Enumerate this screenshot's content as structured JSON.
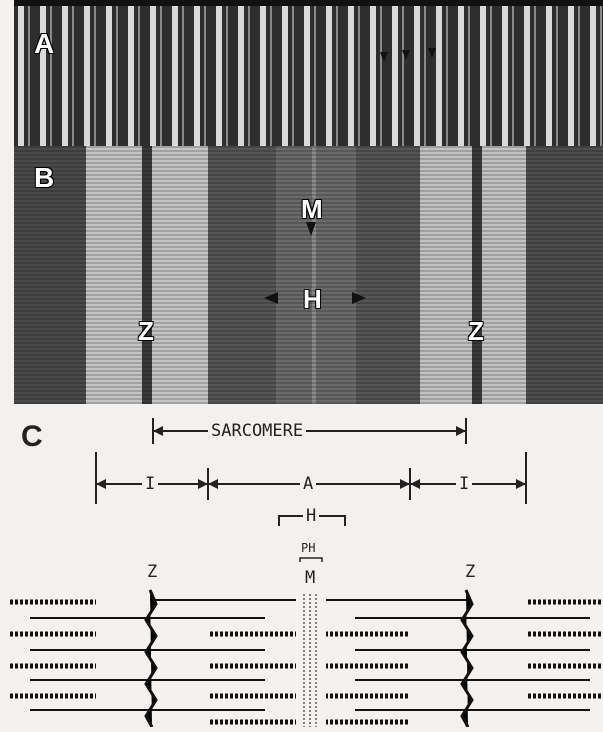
{
  "panel_a": {
    "letter": "A"
  },
  "panel_b": {
    "letter": "B",
    "label_m": "M",
    "label_h": "H",
    "label_z_left": "Z",
    "label_z_right": "Z"
  },
  "panel_c": {
    "letter": "C",
    "sarcomere": "SARCOMERE",
    "i_left": "I",
    "a_band": "A",
    "i_right": "I",
    "h_zone": "H",
    "ph": "PH",
    "m_line": "M",
    "z_left": "Z",
    "z_right": "Z"
  },
  "colors": {
    "em_dark": "#2f2f2f",
    "em_light": "#cfcfcf",
    "ink": "#222222",
    "paper": "#f3f1ee"
  }
}
